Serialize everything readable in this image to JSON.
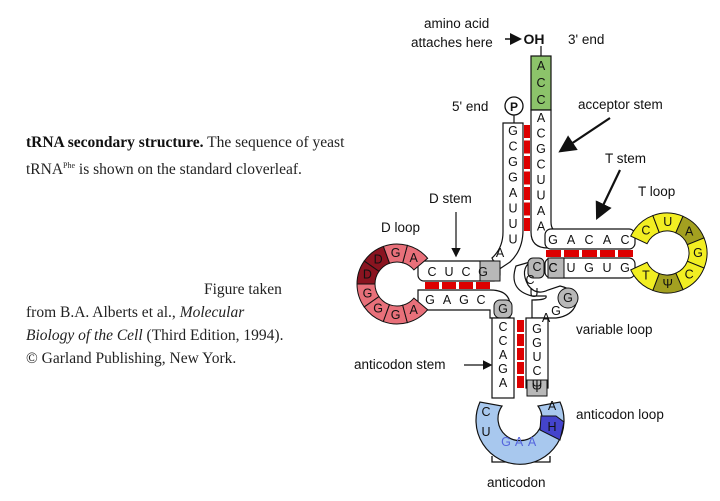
{
  "caption": {
    "title_bold": "tRNA secondary structure.",
    "text_1": " The sequence of yeast tRNA",
    "superscript": "Phe",
    "text_2": " is shown on the standard cloverleaf."
  },
  "credit": {
    "line1": "Figure taken",
    "line2_prefix": "from B.A. Alberts et al., ",
    "book_title_a": "Molecular",
    "book_title_b": "Biology of the Cell",
    "edition": " (Third Edition, 1994).",
    "copyright": "© Garland Publishing, New York."
  },
  "labels": {
    "amino_acid_1": "amino acid",
    "amino_acid_2": "attaches here",
    "oh": "OH",
    "three_prime": "3' end",
    "five_prime": "5' end",
    "phosphate": "P",
    "acceptor_stem": "acceptor stem",
    "t_stem": "T stem",
    "t_loop": "T loop",
    "d_stem": "D stem",
    "d_loop": "D loop",
    "variable_loop": "variable loop",
    "anticodon_stem": "anticodon stem",
    "anticodon_loop": "anticodon loop",
    "anticodon": "anticodon"
  },
  "sequence": {
    "cca_tail": [
      "A",
      "C",
      "C"
    ],
    "acceptor_5prime_strand": [
      "G",
      "C",
      "G",
      "G",
      "A",
      "U",
      "U",
      "U",
      "A"
    ],
    "acceptor_3prime_strand": [
      "A",
      "C",
      "G",
      "C",
      "U",
      "U",
      "A",
      "A"
    ],
    "t_stem_top": [
      "G",
      "A",
      "C",
      "A",
      "C"
    ],
    "t_stem_bottom": [
      "C",
      "U",
      "G",
      "U",
      "G"
    ],
    "t_loop": [
      "C",
      "U",
      "A",
      "G",
      "C",
      "Ψ",
      "T"
    ],
    "d_stem_top": [
      "C",
      "U",
      "C",
      "G"
    ],
    "d_stem_bottom": [
      "G",
      "A",
      "G",
      "C",
      "G"
    ],
    "d_loop": [
      "A",
      "G",
      "D",
      "D",
      "G",
      "G",
      "G",
      "A"
    ],
    "variable_loop": [
      "C",
      "U",
      "G",
      "A",
      "G"
    ],
    "anticodon_stem_5prime": [
      "C",
      "C",
      "A",
      "G",
      "A"
    ],
    "anticodon_stem_3prime": [
      "G",
      "G",
      "U",
      "C",
      "Ψ"
    ],
    "anticodon_loop": [
      "C",
      "U",
      "G",
      "A",
      "A",
      "H",
      "A"
    ],
    "anticodon_codon": "GAA"
  },
  "colors": {
    "acceptor_tail": "#8cc36a",
    "base_pair": "#dd0000",
    "modified_gray": "#b8b8b8",
    "t_loop": "#f2ee22",
    "t_loop_dark": "#a3a020",
    "d_loop": "#e8707a",
    "d_loop_dark": "#8a1420",
    "anticodon_loop": "#a8c8ee",
    "anticodon_dark": "#4444cc",
    "anticodon_text": "#5566dd"
  }
}
